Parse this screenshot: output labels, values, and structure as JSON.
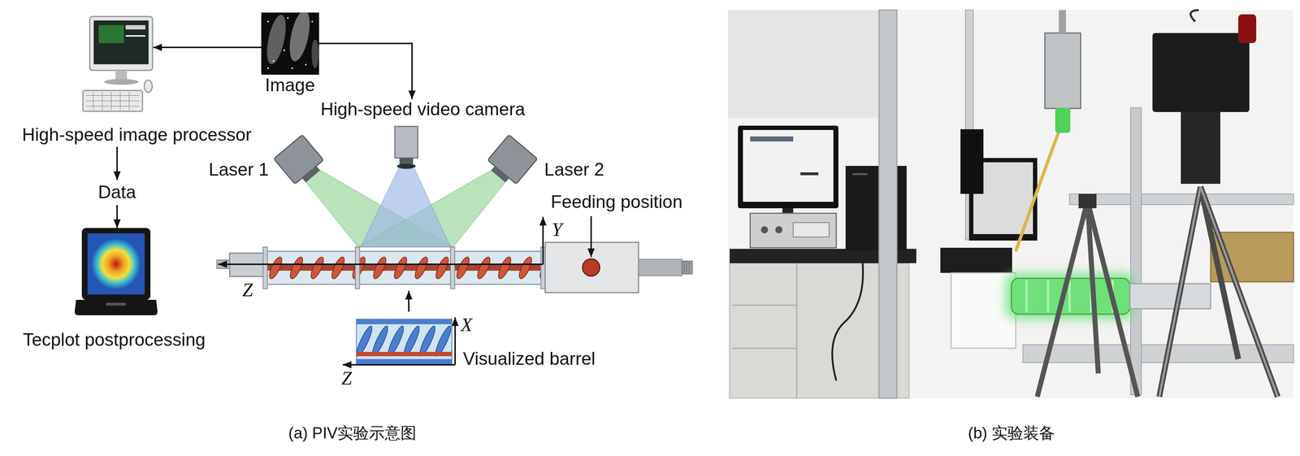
{
  "diagram": {
    "nodes": [
      {
        "text": [
          "High-speed image processor"
        ]
      },
      {
        "text": [
          "Data"
        ]
      },
      {
        "text": [
          "Tecplot postprocessing"
        ]
      },
      {
        "text": [
          "Image"
        ]
      },
      {
        "text": [
          "High-speed video camera"
        ]
      },
      {
        "text": [
          "Laser 1"
        ]
      },
      {
        "text": [
          "Laser 2"
        ]
      },
      {
        "text": [
          "Visualized barrel"
        ]
      }
    ],
    "edges": [
      {
        "from": 3,
        "to": 0,
        "arrow": "to"
      },
      {
        "from": 3,
        "to": 4,
        "arrow": "to"
      },
      {
        "from": 0,
        "to": 1,
        "arrow": "to"
      },
      {
        "from": 1,
        "to": 2,
        "arrow": "to"
      }
    ],
    "labels": [
      "Feeding position",
      "Y",
      "Z",
      "X",
      "Z",
      "(a) PIV实验示意图",
      "(b) 实验装备"
    ]
  }
}
